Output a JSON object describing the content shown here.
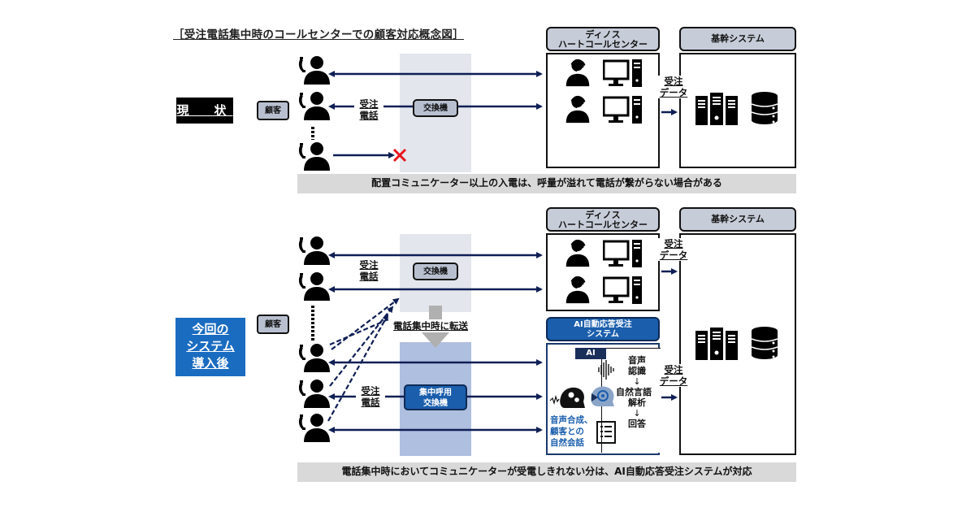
{
  "title": "［受注電話集中時のコールセンターでの顧客対応概念図］",
  "colors": {
    "arrow": "#0f1f55",
    "current_label_bg": "#000000",
    "after_label_bg": "#1a6cc0",
    "switch_band": "#e3e6ec",
    "central_switch_band": "#aebfe0",
    "central_switch_box": "#1a5eac",
    "ai_header": "#1a5eac",
    "note_bg": "#d9d9d9",
    "fail_mark": "#e8141c"
  },
  "current": {
    "state_label": "現　状",
    "customer_label": "顧客",
    "call_label": [
      "受注",
      "電話"
    ],
    "switch_label": "交換機",
    "call_center_header": [
      "ディノス",
      "ハートコールセンター"
    ],
    "core_system_header": "基幹システム",
    "order_data_label": [
      "受注",
      "データ"
    ],
    "fail_mark": "✕",
    "note": "配置コミュニケーター以上の入電は、呼量が溢れて電話が繋がらない場合がある",
    "icons": [
      "customer-phone-icon",
      "operator-headset-icon",
      "desktop-pc-icon",
      "server-icon",
      "database-icon"
    ]
  },
  "after": {
    "state_label": [
      "今回の",
      "システム",
      "導入後"
    ],
    "customer_label": "顧客",
    "call_label_top": [
      "受注",
      "電話"
    ],
    "call_label_bottom": [
      "受注",
      "電話"
    ],
    "switch_label": "交換機",
    "transfer_label": "電話集中時に転送",
    "central_switch_label": [
      "集中呼用",
      "交換機"
    ],
    "call_center_header": [
      "ディノス",
      "ハートコールセンター"
    ],
    "core_system_header": "基幹システム",
    "ai_system_header": [
      "AI自動応答受注",
      "システム"
    ],
    "ai_tag": "AI",
    "ai_steps": [
      "音声",
      "認識",
      "↓",
      "自然言語",
      "解析",
      "↓",
      "回答"
    ],
    "ai_side_text": [
      "音声合成、",
      "顧客との",
      "自然会話"
    ],
    "order_data_label_top": [
      "受注",
      "データ"
    ],
    "order_data_label_bottom": [
      "受注",
      "データ"
    ],
    "note": "電話集中時においてコミュニケーターが受電しきれない分は、AI自動応答受注システムが対応"
  }
}
